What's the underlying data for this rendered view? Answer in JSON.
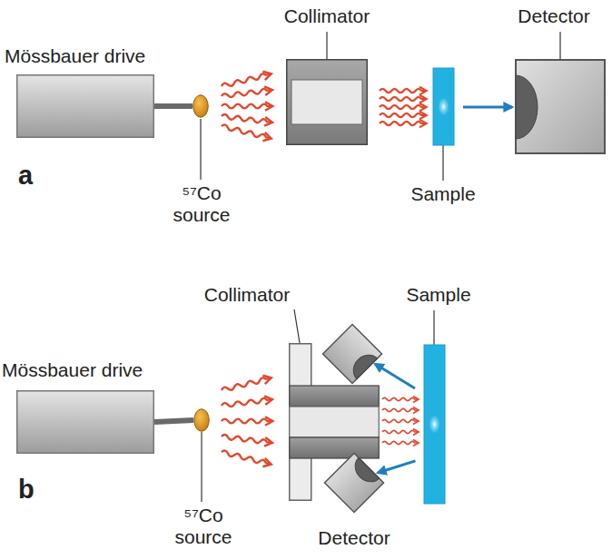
{
  "diagram": {
    "nodes": [
      {
        "text": [
          "Mössbauer drive"
        ]
      },
      {
        "text": [
          "⁵⁷Co source"
        ]
      },
      {
        "text": [
          "Collimator"
        ]
      },
      {
        "text": [
          "Detector"
        ]
      },
      {
        "text": [
          "Sample"
        ]
      },
      {
        "text": [
          "Collimator"
        ]
      },
      {
        "text": [
          "Sample"
        ]
      },
      {
        "text": [
          "Mössbauer drive"
        ]
      },
      {
        "text": [
          "⁵⁷Co source"
        ]
      },
      {
        "text": [
          "Detector"
        ]
      }
    ],
    "edges": [
      {
        "from": 0,
        "to": 1,
        "arrow": "none"
      },
      {
        "from": 4,
        "to": 3,
        "arrow": "to"
      },
      {
        "from": 7,
        "to": 8,
        "arrow": "none"
      },
      {
        "from": 6,
        "to": 9,
        "arrow": "to"
      }
    ],
    "labels": [
      "a",
      "b"
    ]
  }
}
